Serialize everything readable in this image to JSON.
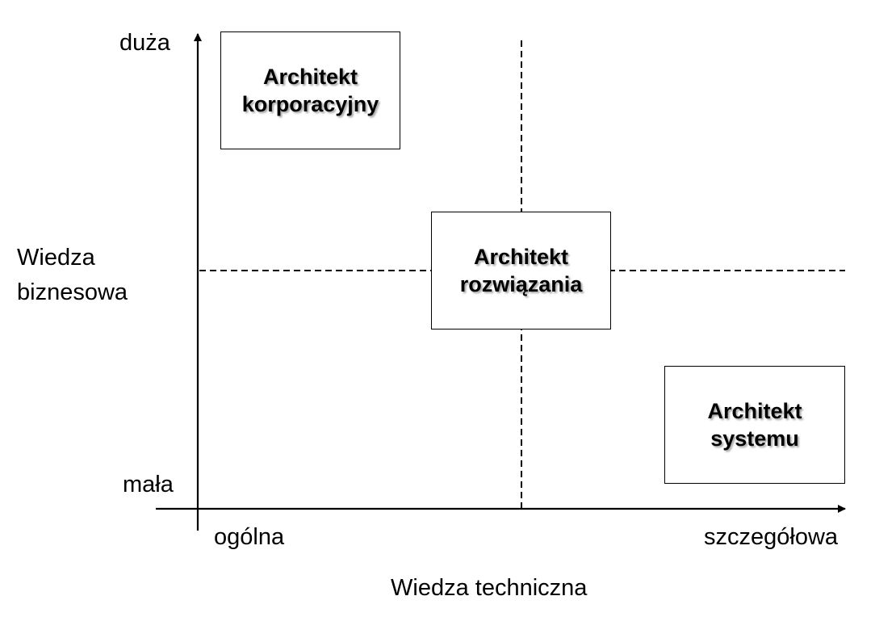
{
  "axes": {
    "y_title_lines": [
      "Wiedza",
      "biznesowa"
    ],
    "y_high": "duża",
    "y_low": "mała",
    "x_title": "Wiedza techniczna",
    "x_low": "ogólna",
    "x_high": "szczegółowa"
  },
  "boxes": {
    "enterprise": {
      "line1": "Architekt",
      "line2": "korporacyjny"
    },
    "solution": {
      "line1": "Architekt",
      "line2": "rozwiązania"
    },
    "system": {
      "line1": "Architekt",
      "line2": "systemu"
    }
  }
}
